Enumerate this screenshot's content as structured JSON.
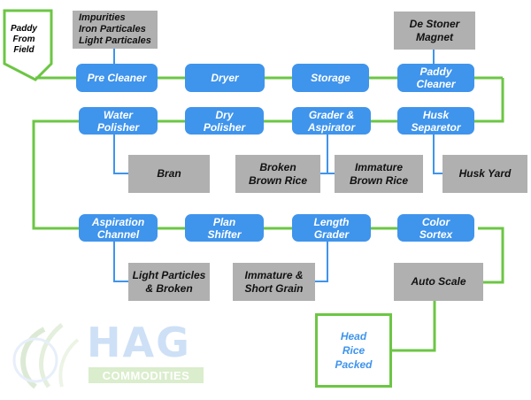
{
  "start": {
    "label": "Paddy\nFrom\nField"
  },
  "end": {
    "label": "Head\nRice\nPacked"
  },
  "steps": [
    "Pre Cleaner",
    "Dryer",
    "Storage",
    "Paddy\nCleaner",
    "Water\nPolisher",
    "Dry\nPolisher",
    "Grader &\nAspirator",
    "Husk\nSeparetor",
    "Aspiration\nChannel",
    "Plan\nShifter",
    "Length\nGrader",
    "Color\nSortex"
  ],
  "byproducts": [
    "Impurities\nIron Particales\nLight Particales",
    "De Stoner\nMagnet",
    "Bran",
    "Broken\nBrown Rice",
    "Immature\nBrown Rice",
    "Husk Yard",
    "Light Particles\n& Broken",
    "Immature &\nShort Grain",
    "Auto Scale"
  ],
  "logo": {
    "word": "HAG",
    "sub": "COMMODITIES"
  },
  "colors": {
    "process": "#3f94ec",
    "byproduct": "#b0b0b0",
    "flow": "#6cc644",
    "branch": "#3f94ec"
  }
}
